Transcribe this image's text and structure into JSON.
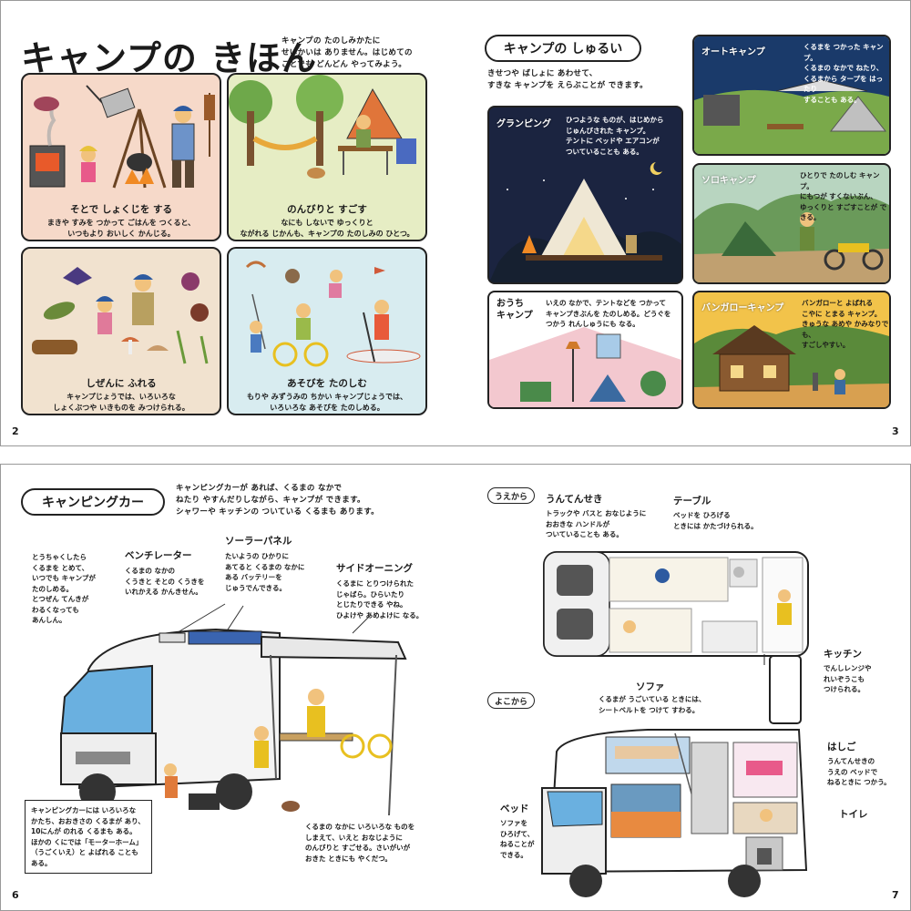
{
  "page2": {
    "title": "キャンプの きほん",
    "intro": [
      "キャンプの たのしみかたに",
      "せいかいは ありません。はじめての",
      "ことでも どんどん やってみよう。"
    ],
    "panels": [
      {
        "title": "そとで しょくじを する",
        "body": [
          "まきや すみを つかって ごはんを つくると、",
          "いつもより おいしく かんじる。"
        ]
      },
      {
        "title": "のんびりと すごす",
        "body": [
          "なにも しないで ゆっくりと",
          "ながれる じかんも、キャンプの たのしみの ひとつ。"
        ]
      },
      {
        "title": "しぜんに ふれる",
        "body": [
          "キャンプじょうでは、いろいろな",
          "しょくぶつや いきものを みつけられる。"
        ]
      },
      {
        "title": "あそびを たのしむ",
        "body": [
          "もりや みずうみの ちかい キャンプじょうでは、",
          "いろいろな あそびを たのしめる。"
        ]
      }
    ],
    "page_number": "2"
  },
  "page3": {
    "heading": "キャンプの しゅるい",
    "intro": [
      "きせつや ばしょに あわせて、",
      "すきな キャンプを えらぶことが できます。"
    ],
    "types": [
      {
        "title": "グランピング",
        "desc": [
          "ひつような ものが、はじめから",
          "じゅんびされた キャンプ。",
          "テントに ベッドや エアコンが",
          "ついていることも ある。"
        ]
      },
      {
        "title": "オートキャンプ",
        "desc": [
          "くるまを つかった キャンプ。",
          "くるまの なかで ねたり、",
          "くるまから タープを はったり",
          "することも ある。"
        ]
      },
      {
        "title": "ソロキャンプ",
        "desc": [
          "ひとりで たのしむ キャンプ。",
          "にもつが すくないぶん、",
          "ゆっくりと すごすことが できる。"
        ]
      },
      {
        "title": "おうち\nキャンプ",
        "desc": [
          "いえの なかで、テントなどを つかって",
          "キャンプきぶんを たのしめる。どうぐを",
          "つかう れんしゅうにも なる。"
        ]
      },
      {
        "title": "バンガローキャンプ",
        "desc": [
          "バンガローと よばれる",
          "こやに とまる キャンプ。",
          "きゅうな あめや かみなりでも、",
          "すごしやすい。"
        ]
      }
    ],
    "page_number": "3"
  },
  "page6": {
    "heading": "キャンピングカー",
    "intro": [
      "キャンピングカーが あれば、くるまの なかで",
      "ねたり やすんだりしながら、キャンプが できます。",
      "シャワーや キッチンの ついている くるまも あります。"
    ],
    "left_text": [
      "とうちゃくしたら",
      "くるまを とめて、",
      "いつでも キャンプが",
      "たのしめる。",
      "とつぜん てんきが",
      "わるくなっても",
      "あんしん。"
    ],
    "callouts": [
      {
        "title": "ベンチレーター",
        "body": [
          "くるまの なかの",
          "くうきと そとの くうきを",
          "いれかえる かんきせん。"
        ]
      },
      {
        "title": "ソーラーパネル",
        "body": [
          "たいようの ひかりに",
          "あてると くるまの なかに",
          "ある バッテリーを",
          "じゅうでんできる。"
        ]
      },
      {
        "title": "サイドオーニング",
        "body": [
          "くるまに とりつけられた",
          "じゃばら。ひらいたり",
          "とじたりできる やね。",
          "ひよけや あめよけに なる。"
        ]
      }
    ],
    "note": [
      "キャンピングカーには いろいろな",
      "かたち、おおきさの くるまが あり、",
      "10にんが のれる くるまも ある。",
      "ほかの くにでは「モーターホーム」",
      "（うごくいえ）と よばれる ことも",
      "ある。"
    ],
    "bottom_text": [
      "くるまの なかに いろいろな ものを",
      "しまえて、いえと おなじように",
      "のんびりと すごせる。さいがいが",
      "おきた ときにも やくだつ。"
    ],
    "page_number": "6"
  },
  "page7": {
    "top_view_label": "うえから",
    "side_view_label": "よこから",
    "callouts": [
      {
        "title": "うんてんせき",
        "body": [
          "トラックや バスと おなじように",
          "おおきな ハンドルが",
          "ついていることも ある。"
        ]
      },
      {
        "title": "テーブル",
        "body": [
          "ベッドを ひろげる",
          "ときには かたづけられる。"
        ]
      },
      {
        "title": "キッチン",
        "body": [
          "でんしレンジや",
          "れいぞうこも",
          "つけられる。"
        ]
      },
      {
        "title": "ソファ",
        "body": [
          "くるまが うごいている ときには、",
          "シートベルトを つけて すわる。"
        ]
      },
      {
        "title": "はしご",
        "body": [
          "うんてんせきの",
          "うえの ベッドで",
          "ねるときに つかう。"
        ]
      },
      {
        "title": "トイレ",
        "body": []
      },
      {
        "title": "ベッド",
        "body": [
          "ソファを",
          "ひろげて、",
          "ねることが",
          "できる。"
        ]
      }
    ],
    "page_number": "7"
  },
  "colors": {
    "panel_cooking": "#f6d9c9",
    "panel_relax": "#e6edc4",
    "panel_nature": "#f1e2cf",
    "panel_play": "#d8ecf0",
    "glamping_night": "#1b2440",
    "bangalow": "#f2c34a",
    "house_pink": "#f3c8cf"
  }
}
